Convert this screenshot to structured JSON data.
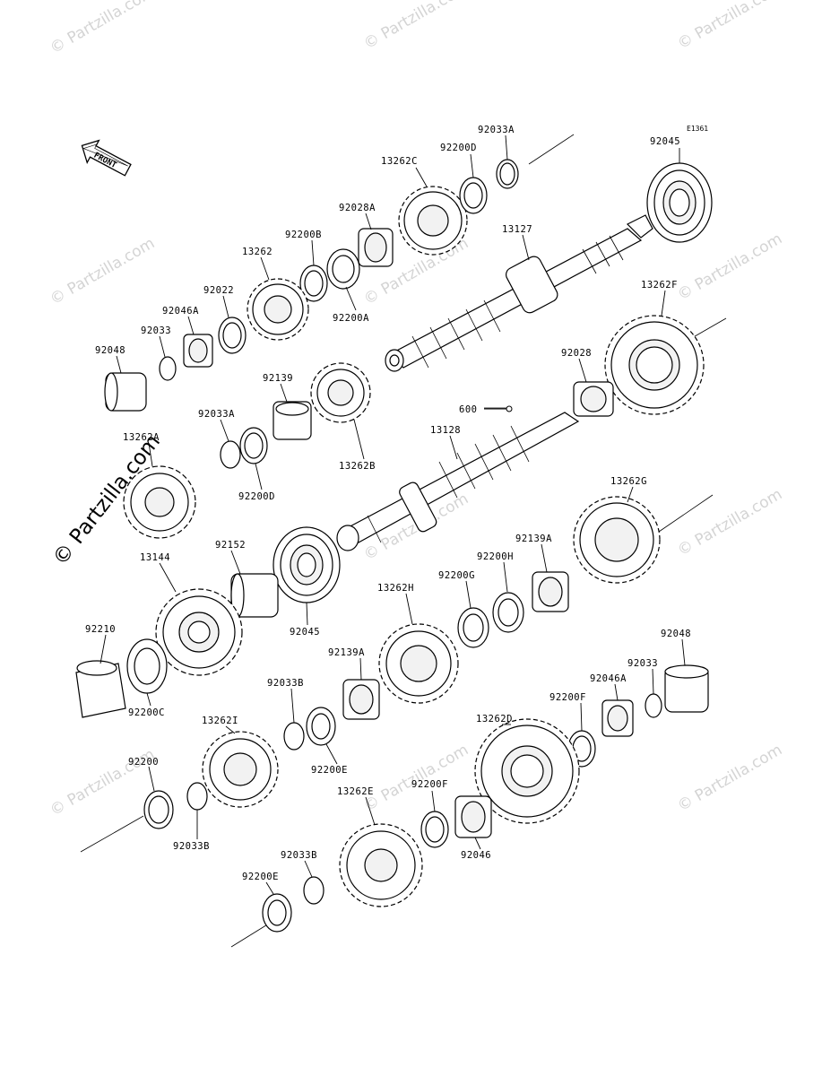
{
  "diagram_code": "E1361",
  "front_label": "FRONT",
  "watermark": "© Partzilla.com",
  "parts": {
    "p92033A_top": "92033A",
    "p92045_top": "92045",
    "p92200D_top": "92200D",
    "p13262C": "13262C",
    "p92028A": "92028A",
    "p13127": "13127",
    "p92200B": "92200B",
    "p13262": "13262",
    "p13262F": "13262F",
    "p92022": "92022",
    "p92200A": "92200A",
    "p92046A_left": "92046A",
    "p92033_left": "92033",
    "p92048_left": "92048",
    "p92139": "92139",
    "p92028": "92028",
    "p600": "600",
    "p92033A_mid": "92033A",
    "p13128": "13128",
    "p13262A": "13262A",
    "p13262B": "13262B",
    "p92200D_mid": "92200D",
    "p13262G": "13262G",
    "p13144": "13144",
    "p92152": "92152",
    "p92139A_right": "92139A",
    "p92200H": "92200H",
    "p92200G": "92200G",
    "p13262H": "13262H",
    "p92210": "92210",
    "p92045_mid": "92045",
    "p92139A_mid": "92139A",
    "p92048_right": "92048",
    "p92033_right": "92033",
    "p92046A_right": "92046A",
    "p92200C": "92200C",
    "p13262I": "13262I",
    "p92033B_mid": "92033B",
    "p13262D": "13262D",
    "p92200F_right": "92200F",
    "p92200E_mid": "92200E",
    "p92200": "92200",
    "p92033B_left": "92033B",
    "p13262E": "13262E",
    "p92200F_mid": "92200F",
    "p92046": "92046",
    "p92033B_bot": "92033B",
    "p92200E_bot": "92200E"
  }
}
